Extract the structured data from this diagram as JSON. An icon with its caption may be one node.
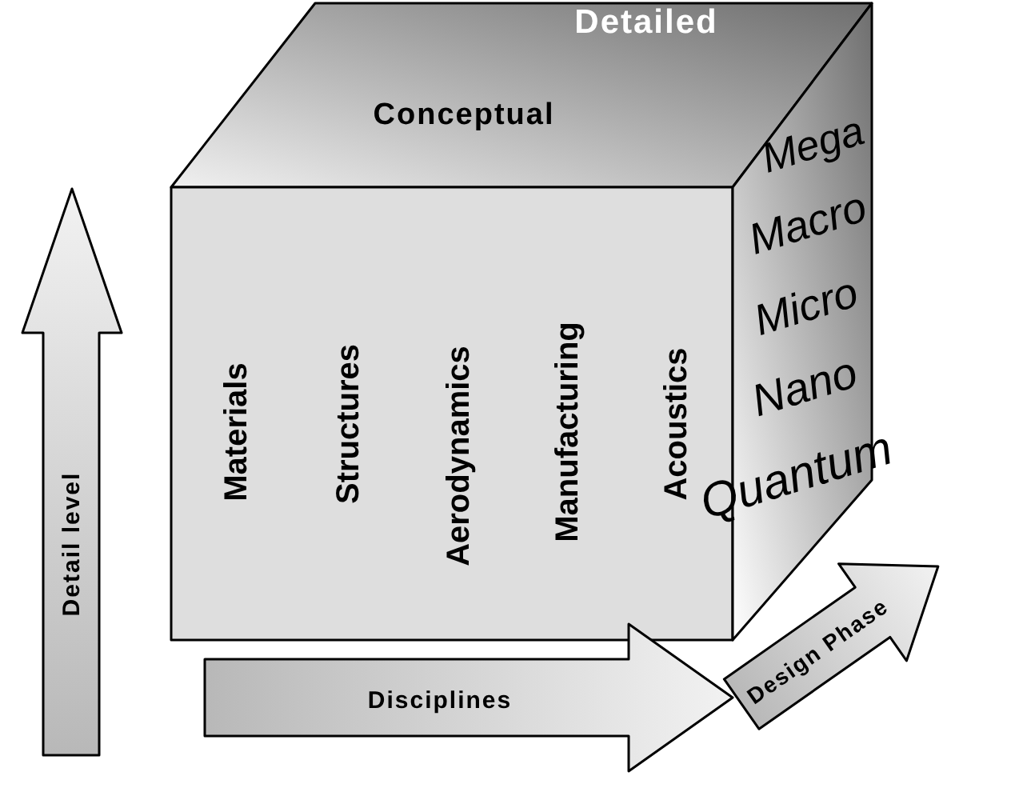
{
  "diagram": {
    "nodes": [
      {
        "text": [
          "Detailed",
          "Conceptual"
        ]
      },
      {
        "text": [
          "Materials",
          "Structures",
          "Aerodynamics",
          "Manufacturing",
          "Acoustics"
        ]
      },
      {
        "text": [
          "Mega",
          "Macro",
          "Micro",
          "Nano",
          "Quantum"
        ]
      },
      {
        "text": [
          "Detail level"
        ]
      },
      {
        "text": [
          "Disciplines"
        ]
      },
      {
        "text": [
          "Design Phase"
        ]
      }
    ]
  }
}
